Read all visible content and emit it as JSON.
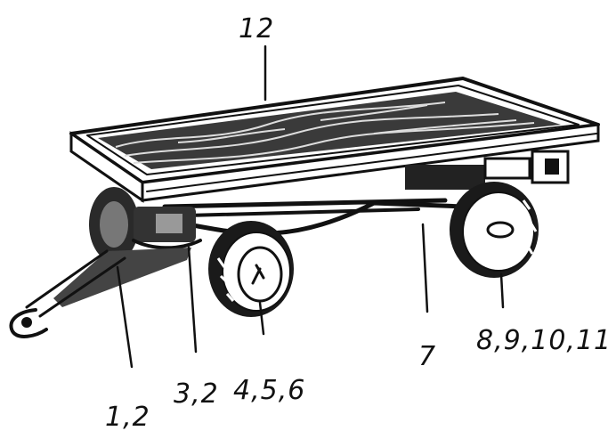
{
  "diagram": {
    "callouts": [
      {
        "id": "bed",
        "text": "12"
      },
      {
        "id": "drawbar",
        "text": "1,2"
      },
      {
        "id": "front-axle",
        "text": "3,2"
      },
      {
        "id": "front-wheel",
        "text": "4,5,6"
      },
      {
        "id": "frame",
        "text": "7"
      },
      {
        "id": "rear-wheel",
        "text": "8,9,10,11"
      }
    ]
  }
}
